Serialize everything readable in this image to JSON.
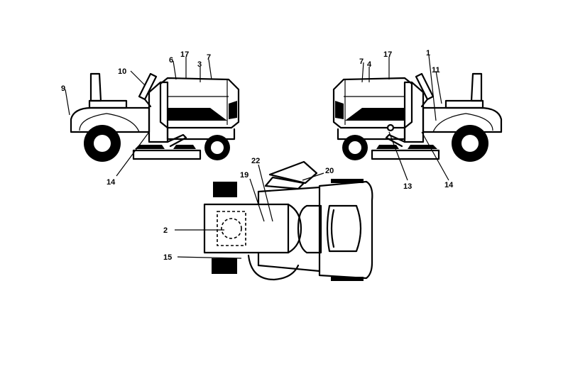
{
  "callouts": {
    "c1": "1",
    "c2": "2",
    "c3": "3",
    "c4": "4",
    "c6": "6",
    "c7a": "7",
    "c7b": "7",
    "c9": "9",
    "c10": "10",
    "c11": "11",
    "c13": "13",
    "c14a": "14",
    "c14b": "14",
    "c15": "15",
    "c17a": "17",
    "c17b": "17",
    "c19": "19",
    "c20": "20",
    "c22": "22"
  }
}
